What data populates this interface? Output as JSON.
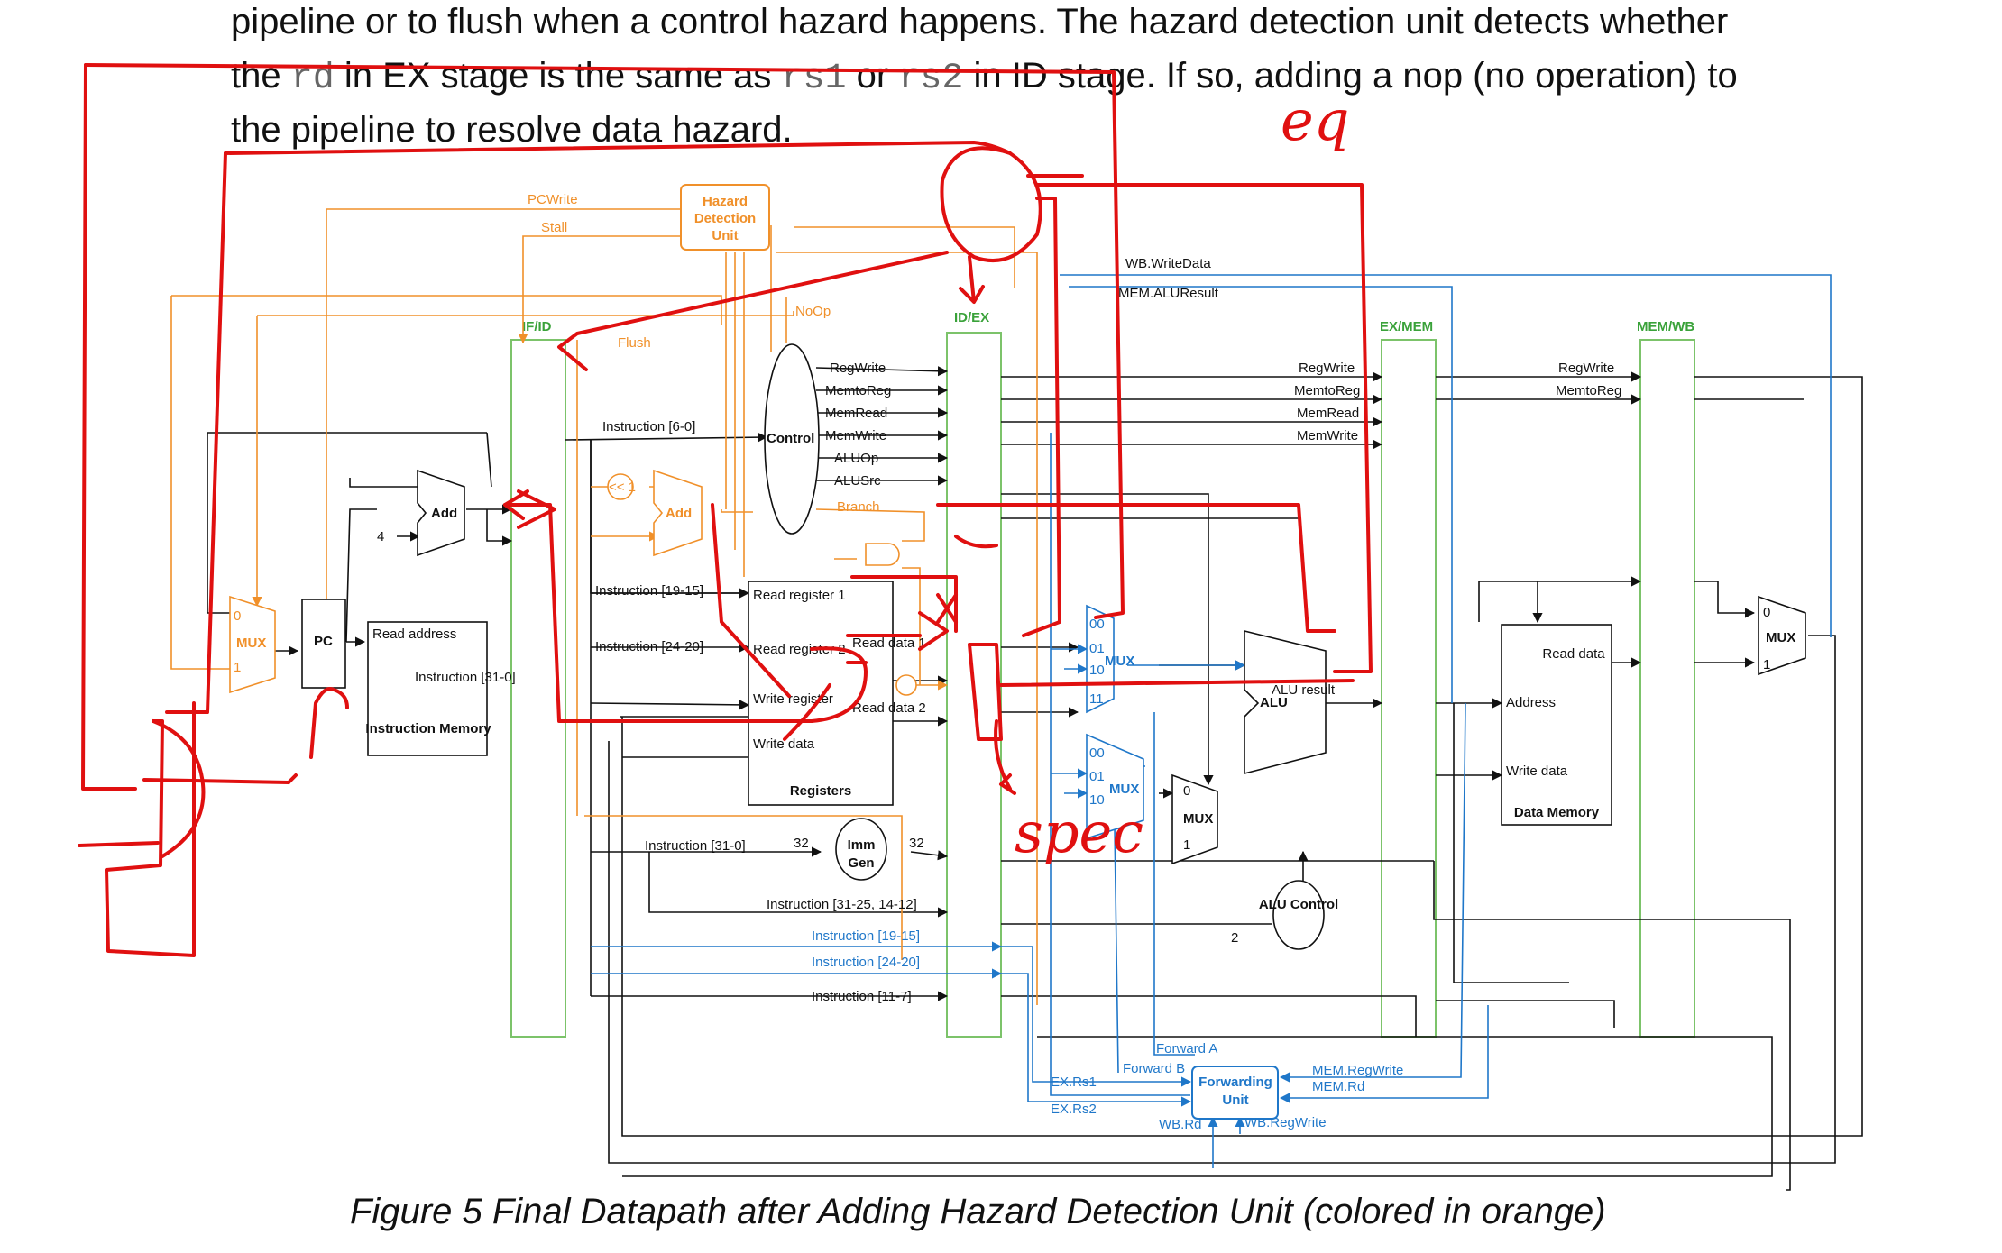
{
  "paragraph": {
    "line1": "pipeline or to flush when a control hazard happens. The hazard detection unit detects whether",
    "line2_a": "the ",
    "line2_rd": "rd",
    "line2_b": " in EX stage is the same as ",
    "line2_rs1": "rs1",
    "line2_c": " or ",
    "line2_rs2": "rs2",
    "line2_d": " in ID stage. If so, adding a nop (no operation) to",
    "line3": "the pipeline to resolve data hazard."
  },
  "caption": "Figure 5 Final Datapath after Adding Hazard Detection Unit (colored in orange)",
  "stages": {
    "if_id": "IF/ID",
    "id_ex": "ID/EX",
    "ex_mem": "EX/MEM",
    "mem_wb": "MEM/WB"
  },
  "hazard_unit": {
    "line1": "Hazard",
    "line2": "Detection",
    "line3": "Unit"
  },
  "signals": {
    "pcwrite": "PCWrite",
    "stall": "Stall",
    "noop": "NoOp",
    "flush": "Flush",
    "branch": "Branch",
    "four": "4",
    "shift": "<< 1",
    "wb_writedata": "WB.WriteData",
    "mem_aluresult": "MEM.ALUResult"
  },
  "control": {
    "label": "Control",
    "outputs": [
      "RegWrite",
      "MemtoReg",
      "MemRead",
      "MemWrite",
      "ALUOp",
      "ALUSrc"
    ]
  },
  "exmem_labels": [
    "RegWrite",
    "MemtoReg",
    "MemRead",
    "MemWrite"
  ],
  "memwb_labels": [
    "RegWrite",
    "MemtoReg"
  ],
  "instr": {
    "i6_0": "Instruction [6-0]",
    "i19_15": "Instruction [19-15]",
    "i24_20": "Instruction [24-20]",
    "i31_0": "Instruction [31-0]",
    "i31_25": "Instruction [31-25, 14-12]",
    "i19_15b": "Instruction [19-15]",
    "i24_20b": "Instruction [24-20]",
    "i11_7": "Instruction [11-7]"
  },
  "blocks": {
    "add": "Add",
    "mux": "MUX",
    "pc": "PC",
    "read_address": "Read address",
    "instruction_31_0": "Instruction [31-0]",
    "imem": "Instruction Memory",
    "read_reg1": "Read register 1",
    "read_reg2": "Read register 2",
    "write_reg": "Write register",
    "write_data": "Write data",
    "read_data1": "Read data 1",
    "read_data2": "Read data 2",
    "registers": "Registers",
    "imm": "Imm",
    "gen": "Gen",
    "thirty_two": "32",
    "alu": "ALU",
    "alu_result": "ALU result",
    "alu_control": "ALU Control",
    "two": "2",
    "address": "Address",
    "read_data": "Read data",
    "write_data_mem": "Write data",
    "dmem": "Data Memory",
    "zero": "0",
    "one": "1",
    "m00": "00",
    "m01": "01",
    "m10": "10",
    "m11": "11"
  },
  "forwarding": {
    "label1": "Forwarding",
    "label2": "Unit",
    "forward_a": "Forward A",
    "forward_b": "Forward B",
    "ex_rs1": "EX.Rs1",
    "ex_rs2": "EX.Rs2",
    "mem_regwrite": "MEM.RegWrite",
    "mem_rd": "MEM.Rd",
    "wb_rd": "WB.Rd",
    "wb_regwrite": "WB.RegWrite"
  },
  "annotations": {
    "eq": "eq",
    "spec": "spec"
  },
  "colors": {
    "hazard": "#f0902a",
    "forward": "#1f77c9",
    "pipeline_reg": "#7cc36a",
    "annotation": "#e01010",
    "wire": "#111111"
  }
}
